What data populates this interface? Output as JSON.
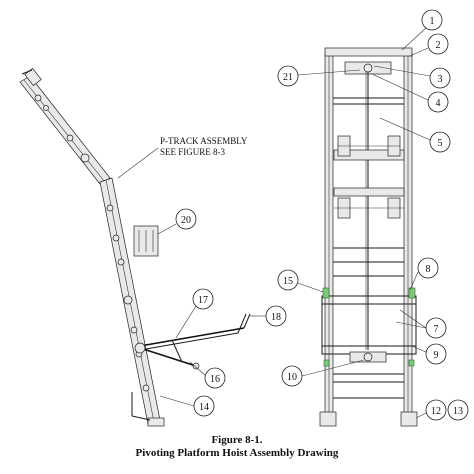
{
  "figure": {
    "number": "Figure 8-1.",
    "title": "Pivoting Platform Hoist Assembly Drawing"
  },
  "annotation": {
    "line1": "P-TRACK ASSEMBLY",
    "line2": "SEE FIGURE 8-3"
  },
  "callouts": {
    "c1": "1",
    "c2": "2",
    "c3": "3",
    "c4": "4",
    "c5": "5",
    "c7": "7",
    "c8": "8",
    "c9": "9",
    "c10": "10",
    "c12": "12",
    "c13": "13",
    "c14": "14",
    "c15": "15",
    "c16": "16",
    "c17": "17",
    "c18": "18",
    "c20": "20",
    "c21": "21"
  }
}
